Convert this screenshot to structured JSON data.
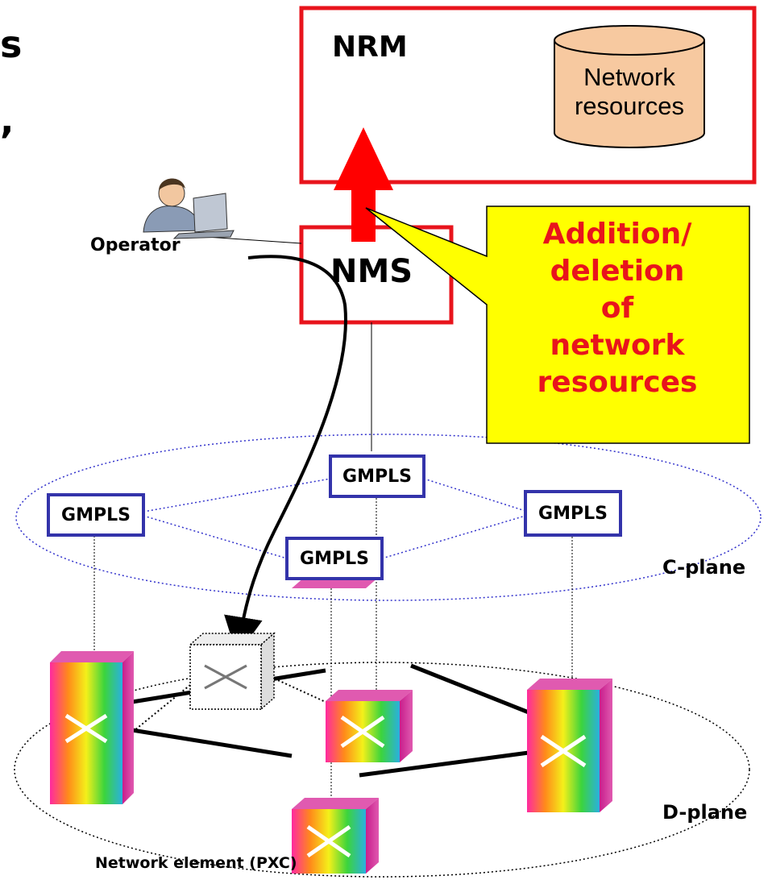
{
  "page_fragments": {
    "top_left_1": "s",
    "top_left_2": ","
  },
  "nrm": {
    "label": "NRM",
    "database_label_line1": "Network",
    "database_label_line2": "resources"
  },
  "nms": {
    "label": "NMS"
  },
  "operator": {
    "label": "Operator"
  },
  "callout": {
    "lines": [
      "Addition/",
      "deletion",
      "of",
      "network",
      "resources"
    ]
  },
  "c_plane": {
    "label": "C-plane",
    "nodes": [
      "GMPLS",
      "GMPLS",
      "GMPLS",
      "GMPLS"
    ]
  },
  "d_plane": {
    "label": "D-plane"
  },
  "network_element": {
    "label": "Network element (PXC)"
  },
  "colors": {
    "box_red": "#e8141c",
    "gmpls_blue": "#3333aa",
    "callout_fill": "#ffff00",
    "cylinder_fill": "#f7c9a0"
  },
  "icons": {
    "operator": "person-at-laptop-icon",
    "pxc": "cross-connect-switch-icon"
  }
}
